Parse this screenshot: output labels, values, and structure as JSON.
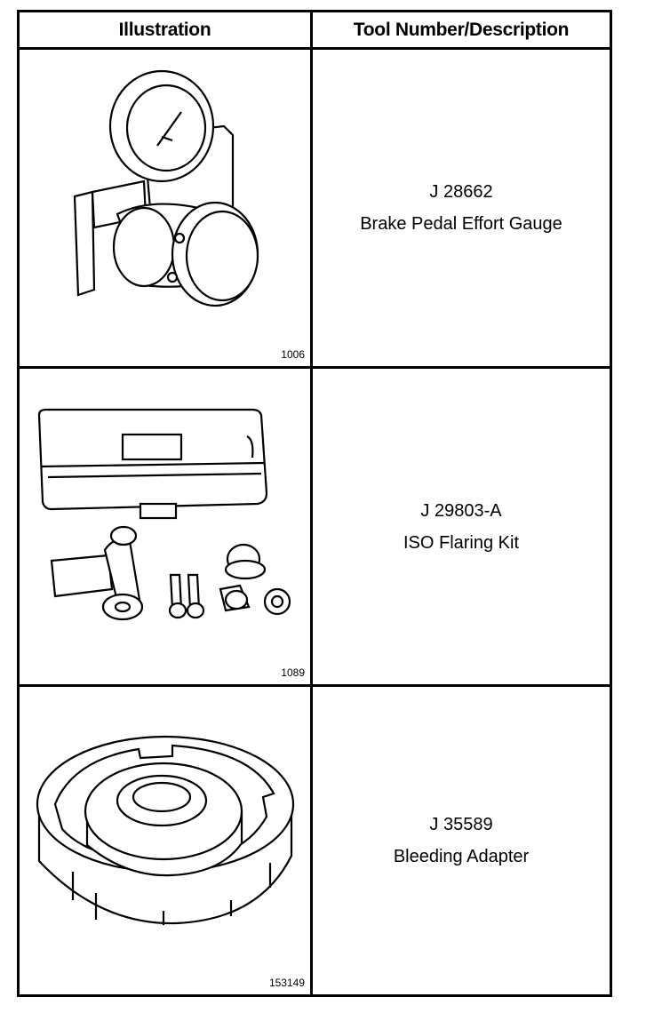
{
  "table": {
    "headers": {
      "illustration": "Illustration",
      "description": "Tool Number/Description"
    },
    "rows": [
      {
        "figure_number": "1006",
        "tool_number": "J 28662",
        "description": "Brake Pedal Effort Gauge",
        "icon": "pressure-gauge-illustration"
      },
      {
        "figure_number": "1089",
        "tool_number": "J 29803-A",
        "description": "ISO Flaring Kit",
        "icon": "flaring-kit-illustration"
      },
      {
        "figure_number": "153149",
        "tool_number": "J 35589",
        "description": "Bleeding Adapter",
        "icon": "bleeding-adapter-illustration"
      }
    ]
  }
}
